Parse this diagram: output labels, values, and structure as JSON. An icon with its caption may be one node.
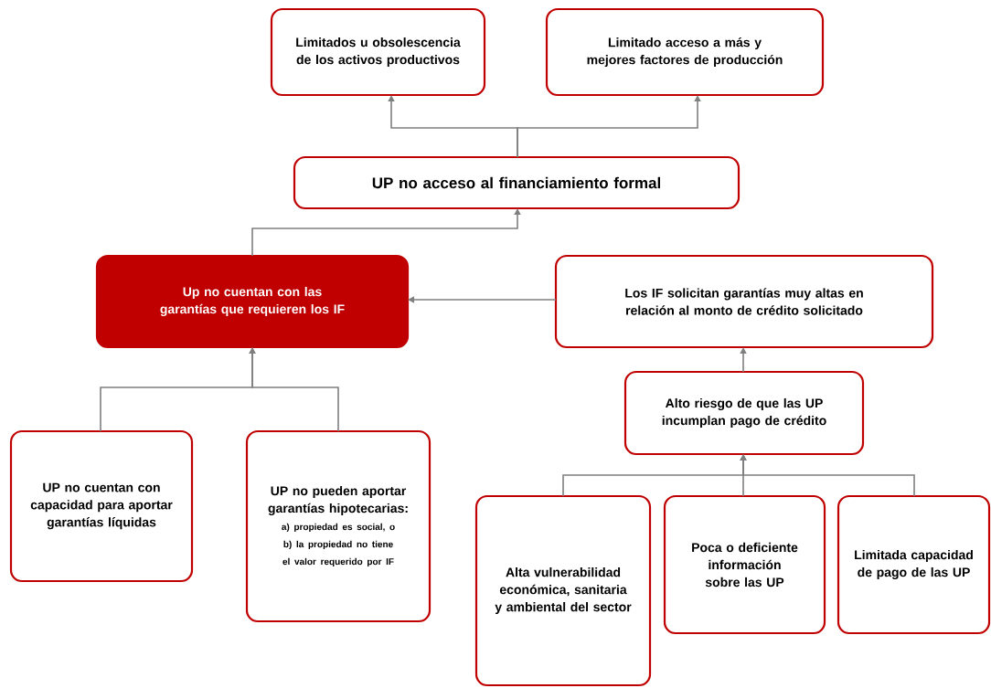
{
  "diagram": {
    "nodes": [
      {
        "text": [
          "Limitados u obsolescencia de los activos productivos"
        ]
      },
      {
        "text": [
          "Limitado acceso a más y mejores factores de producción"
        ]
      },
      {
        "text": [
          "UP no acceso al financiamiento formal"
        ]
      },
      {
        "text": [
          "Up no cuentan con las garantías que requieren los IF"
        ]
      },
      {
        "text": [
          "Los IF solicitan garantías muy altas en relación al monto de crédito solicitado"
        ]
      },
      {
        "text": [
          "Alto riesgo de que las UP incumplan pago de crédito"
        ]
      },
      {
        "text": [
          "UP no cuentan con capacidad para aportar garantías líquidas"
        ]
      },
      {
        "text": [
          "UP no pueden aportar garantías hipotecarias:",
          "a) propiedad es social, o b) la propiedad no tiene el valor requerido por IF"
        ]
      },
      {
        "text": [
          "Alta vulnerabilidad económica, sanitaria y ambiental del sector"
        ]
      },
      {
        "text": [
          "Poca o deficiente información sobre las UP"
        ]
      },
      {
        "text": [
          "Limitada capacidad de pago de las UP"
        ]
      }
    ],
    "edges": [
      {
        "from": 2,
        "to": 0,
        "arrow": "to"
      },
      {
        "from": 2,
        "to": 1,
        "arrow": "to"
      },
      {
        "from": 3,
        "to": 2,
        "arrow": "to"
      },
      {
        "from": 4,
        "to": 3,
        "arrow": "to"
      },
      {
        "from": 5,
        "to": 4,
        "arrow": "to"
      },
      {
        "from": 6,
        "to": 3,
        "arrow": "to"
      },
      {
        "from": 7,
        "to": 3,
        "arrow": "to"
      },
      {
        "from": 8,
        "to": 5,
        "arrow": "to"
      },
      {
        "from": 9,
        "to": 5,
        "arrow": "to"
      },
      {
        "from": 10,
        "to": 5,
        "arrow": "to"
      }
    ]
  }
}
